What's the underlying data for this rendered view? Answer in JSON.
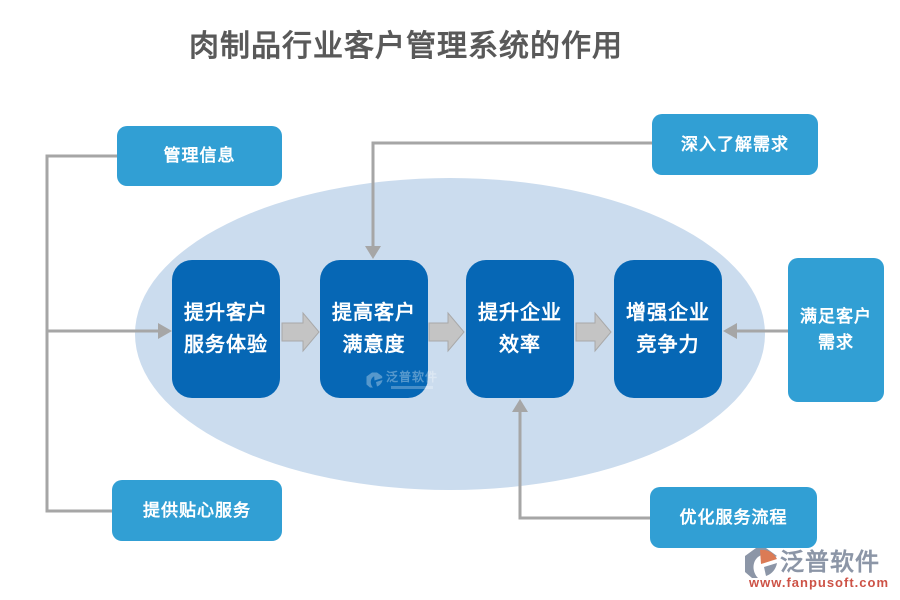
{
  "title": "肉制品行业客户管理系统的作用",
  "outer_nodes": {
    "manage_info": "管理信息",
    "understand_needs": "深入了解需求",
    "considerate_service": "提供贴心服务",
    "optimize_process": "优化服务流程",
    "satisfy_line1": "满足客户",
    "satisfy_line2": "需求"
  },
  "flow_nodes": [
    {
      "line1": "提升客户",
      "line2": "服务体验"
    },
    {
      "line1": "提高客户",
      "line2": "满意度"
    },
    {
      "line1": "提升企业",
      "line2": "效率"
    },
    {
      "line1": "增强企业",
      "line2": "竞争力"
    }
  ],
  "inner_watermark": {
    "brand": "泛普软件"
  },
  "watermark": {
    "brand": "泛普软件",
    "url": "www.fanpusoft.com"
  },
  "colors": {
    "flow_box": "#0667B5",
    "outer_box": "#319FD4",
    "ellipse": "#CBDCEE",
    "connector_line": "#A6A6A6",
    "block_arrow": "#C4C4C4",
    "title_text": "#595959",
    "brand_gray": "#8C96A7",
    "brand_red": "#CD5246",
    "brand_orange": "#DB7B55"
  }
}
